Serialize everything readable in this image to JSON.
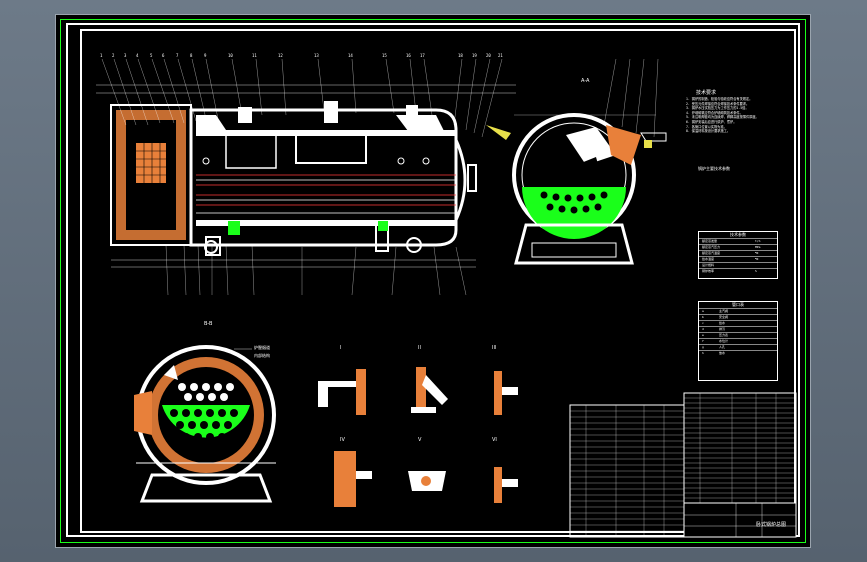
{
  "drawing": {
    "view_titles": {
      "section_aa": "A-A",
      "section_bb": "B-B",
      "detail_1": "I",
      "detail_2": "II",
      "detail_3": "III",
      "detail_4": "IV",
      "detail_5": "V",
      "detail_6": "VI"
    },
    "annotation_fire": "炉膛烟道",
    "annotation_fire_2": "内部结构",
    "notes_title": "技术要求",
    "notes": [
      "1. 锅炉的制造、检验与验收应符合有关规定。",
      "2. 受压元件焊接应符合焊接技术条件要求。",
      "3. 锅炉水压试验压力为工作压力的1.5倍。",
      "4. 炉墙砌筑应符合炉墙砌筑技术条件。",
      "5. 未注明焊缝均为连续焊，焊脚高度按薄件厚度。",
      "6. 锅炉安装后应进行烘炉、煮炉。",
      "7. 各管口位置以实物为准。",
      "8. 保温材料按设计要求施工。"
    ],
    "notes_sub": "锅炉主要技术参数",
    "table1_title": "技术参数",
    "table1_rows": [
      [
        "额定蒸发量",
        "t/h"
      ],
      [
        "额定蒸汽压力",
        "MPa"
      ],
      [
        "额定蒸汽温度",
        "℃"
      ],
      [
        "给水温度",
        "℃"
      ],
      [
        "设计燃料",
        ""
      ],
      [
        "锅炉效率",
        "%"
      ]
    ],
    "table2_title": "管口表",
    "table2_rows": [
      [
        "a",
        "主汽阀"
      ],
      [
        "b",
        "安全阀"
      ],
      [
        "c",
        "给水"
      ],
      [
        "d",
        "排污"
      ],
      [
        "e",
        "压力表"
      ],
      [
        "f",
        "水位计"
      ],
      [
        "g",
        "人孔"
      ],
      [
        "h",
        "放水"
      ]
    ],
    "bom_left_rows": 22,
    "bom_right_rows": 22,
    "drawing_name": "卧式锅炉总图"
  }
}
